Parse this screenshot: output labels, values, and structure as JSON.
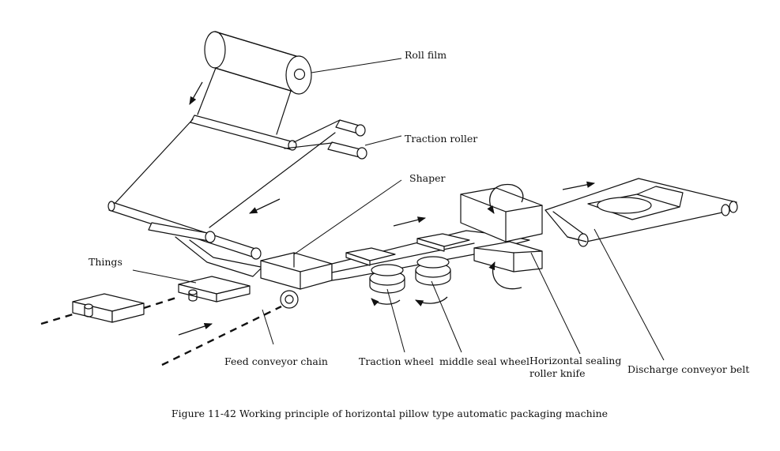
{
  "labels": {
    "roll_film": "Roll film",
    "traction_roller": "Traction roller",
    "shaper": "Shaper",
    "things": "Things",
    "feed_conveyor_chain": "Feed conveyor chain",
    "traction_wheel": "Traction wheel",
    "middle_seal_wheel": "middle seal wheel",
    "horizontal_sealing_line1": "Horizontal sealing",
    "horizontal_sealing_line2": "roller knife",
    "discharge_conveyor_belt": "Discharge conveyor belt"
  },
  "caption": "Figure 11-42 Working principle of horizontal pillow type automatic packaging machine"
}
